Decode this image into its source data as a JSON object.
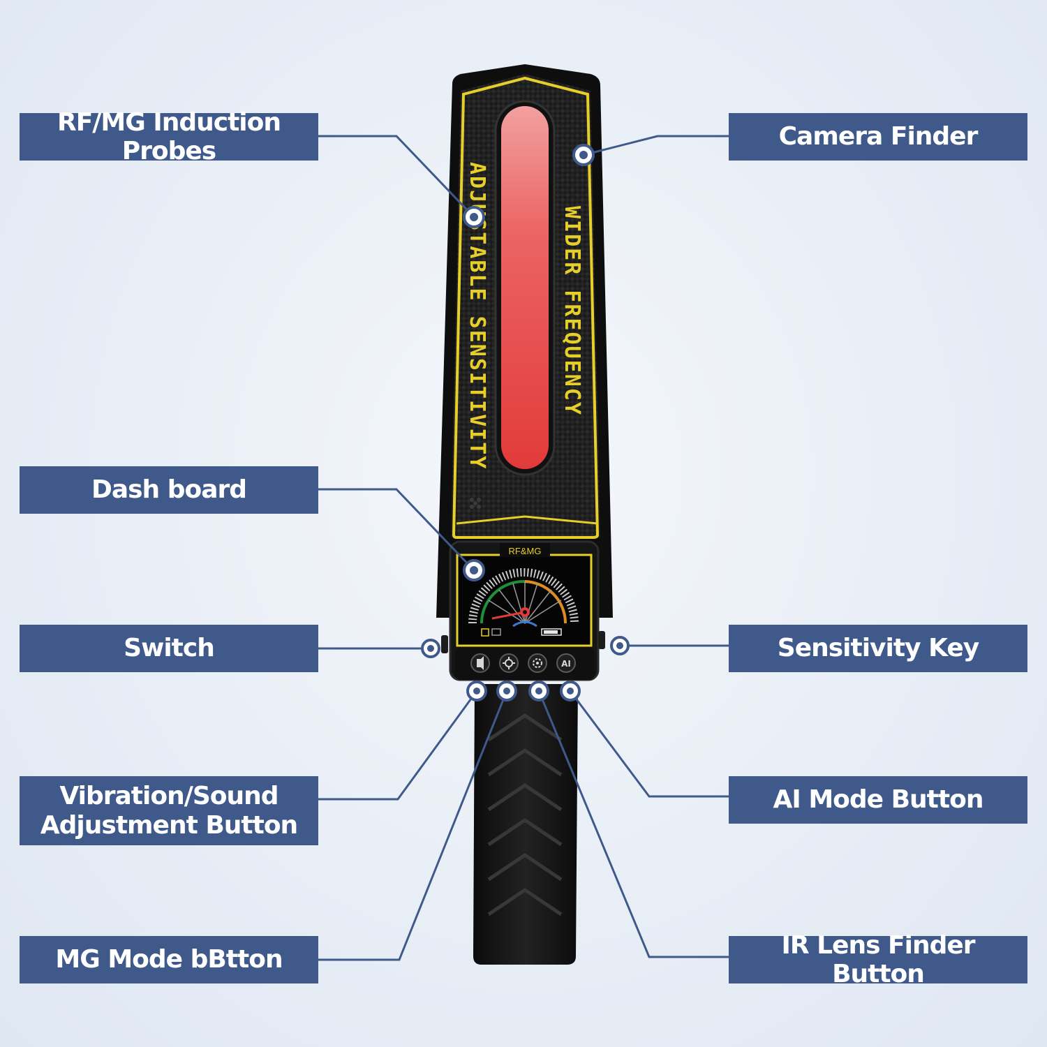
{
  "callouts": {
    "rf_mg_probes": "RF/MG Induction Probes",
    "camera_finder": "Camera Finder",
    "dash_board": "Dash board",
    "switch": "Switch",
    "sensitivity_key": "Sensitivity Key",
    "vibration_sound": "Vibration/Sound\nAdjustment Button",
    "ai_mode": "AI Mode Button",
    "mg_mode": "MG Mode bBtton",
    "ir_lens": "IR Lens Finder Button"
  },
  "device": {
    "side_text_left": "ADJUSTABLE SENSITIVITY",
    "side_text_right": "WIDER FREQUENCY",
    "screen_title": "RF&MG",
    "ai_button_glyph": "AI"
  },
  "colors": {
    "label_bg": "#3f5a8a",
    "device_yellow": "#e6cf2a",
    "probe_red": "#e84a4a",
    "body_black": "#141414"
  }
}
